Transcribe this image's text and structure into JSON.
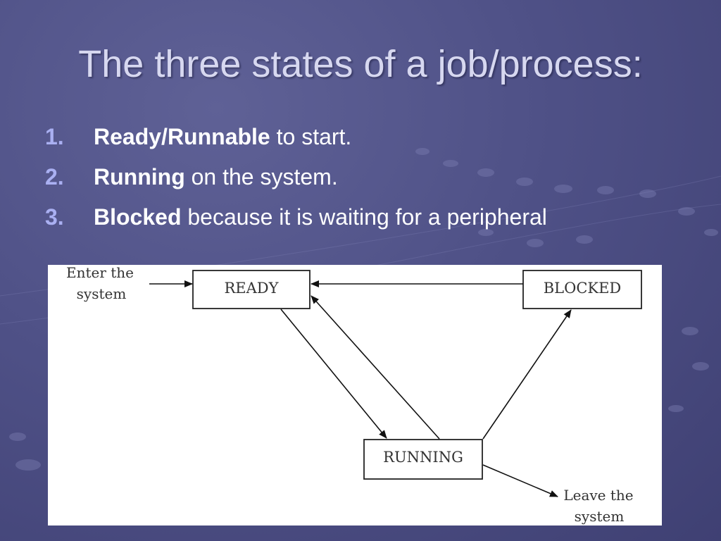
{
  "slide": {
    "title": "The three states of a job/process:"
  },
  "bullets": [
    {
      "number": "1.",
      "term": "Ready/Runnable",
      "rest": " to start."
    },
    {
      "number": "2.",
      "term": "Running",
      "rest": " on the system."
    },
    {
      "number": "3.",
      "term": "Blocked",
      "rest": " because it is waiting for a peripheral"
    }
  ],
  "diagram": {
    "states": {
      "ready": "READY",
      "blocked": "BLOCKED",
      "running": "RUNNING"
    },
    "enter_label": {
      "line1": "Enter the",
      "line2": "system"
    },
    "leave_label": {
      "line1": "Leave the",
      "line2": "system"
    }
  },
  "colors": {
    "background": "#4f5187",
    "title": "#d7d8f0",
    "bullet_number": "#aab0f2",
    "text": "#ffffff"
  }
}
